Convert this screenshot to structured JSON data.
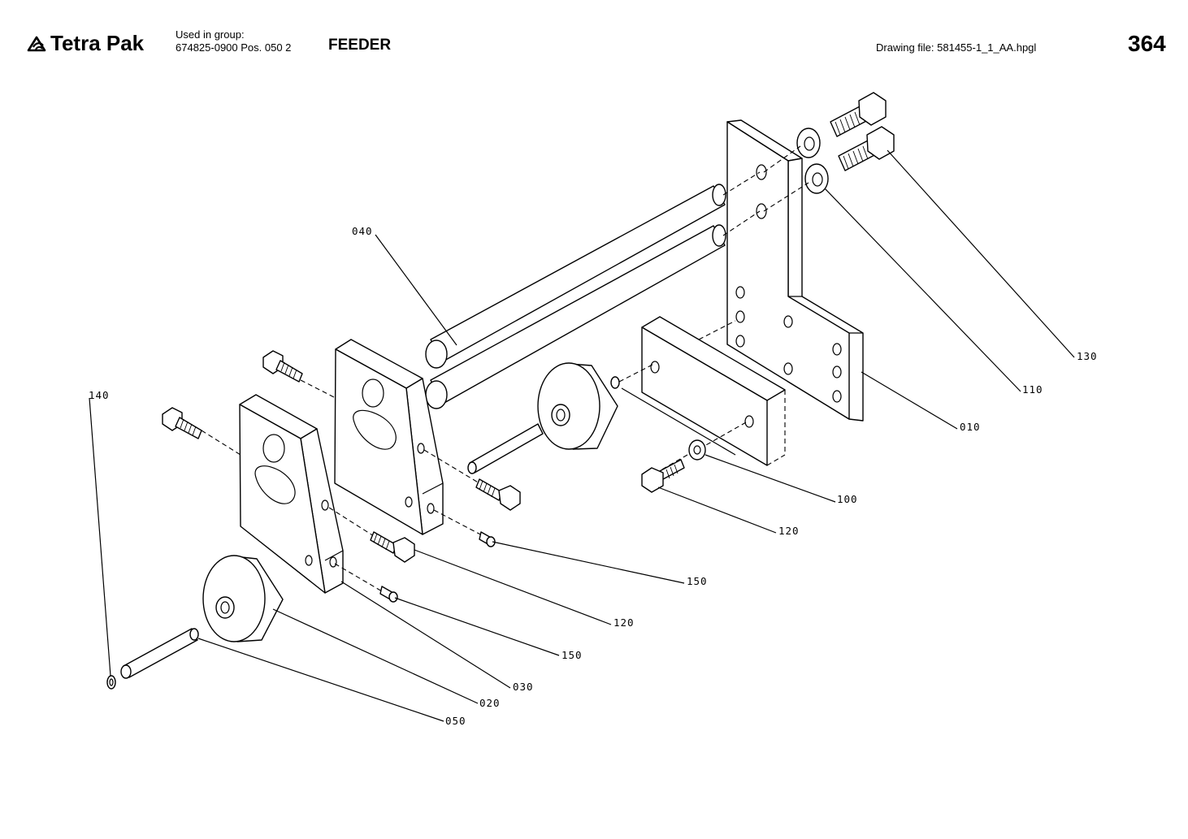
{
  "header": {
    "brand": "Tetra Pak",
    "brand_icon": "tetra-pak-logo-icon",
    "group_label": "Used in group:",
    "group_value": "674825-0900 Pos. 050 2",
    "title": "FEEDER",
    "drawing_file": "Drawing file:  581455-1_1_AA.hpgl",
    "page_number": "364"
  },
  "callouts": {
    "c010": "010",
    "c020": "020",
    "c030": "030",
    "c040": "040",
    "c050": "050",
    "c100": "100",
    "c110": "110",
    "c120a": "120",
    "c120b": "120",
    "c130": "130",
    "c140": "140",
    "c150a": "150",
    "c150b": "150"
  }
}
